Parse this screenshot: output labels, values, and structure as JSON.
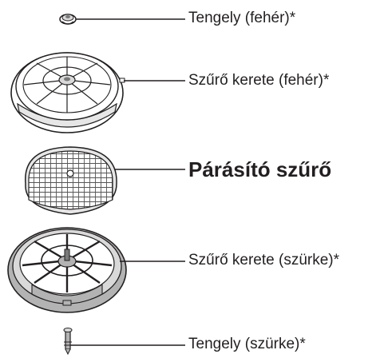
{
  "labels": {
    "axle_white": "Tengely (fehér)*",
    "frame_white": "Szűrő kerete (fehér)*",
    "humidifier_filter": "Párásító szűrő",
    "frame_grey": "Szűrő kerete (szürke)*",
    "axle_grey": "Tengely (szürke)*"
  },
  "colors": {
    "line": "#231f20",
    "white_part": "#ffffff",
    "light_grey": "#e6e6e6",
    "mid_grey": "#b3b3b3",
    "dark_grey": "#7a7a7a"
  }
}
